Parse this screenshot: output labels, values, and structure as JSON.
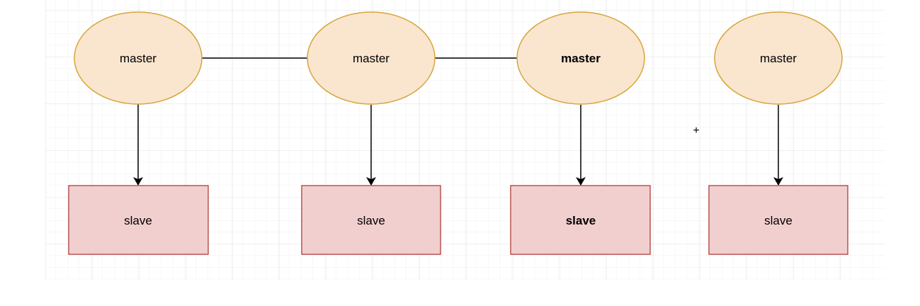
{
  "diagram": {
    "nodes": [
      {
        "id": "master1",
        "shape": "ellipse",
        "label": "master",
        "bold": false
      },
      {
        "id": "master2",
        "shape": "ellipse",
        "label": "master",
        "bold": false
      },
      {
        "id": "master3",
        "shape": "ellipse",
        "label": "master",
        "bold": true
      },
      {
        "id": "master4",
        "shape": "ellipse",
        "label": "master",
        "bold": false
      },
      {
        "id": "slave1",
        "shape": "rect",
        "label": "slave",
        "bold": false
      },
      {
        "id": "slave2",
        "shape": "rect",
        "label": "slave",
        "bold": false
      },
      {
        "id": "slave3",
        "shape": "rect",
        "label": "slave",
        "bold": true
      },
      {
        "id": "slave4",
        "shape": "rect",
        "label": "slave",
        "bold": false
      }
    ],
    "edges": [
      {
        "from": "master1",
        "to": "master2",
        "type": "line"
      },
      {
        "from": "master2",
        "to": "master3",
        "type": "line"
      },
      {
        "from": "master1",
        "to": "slave1",
        "type": "arrow"
      },
      {
        "from": "master2",
        "to": "slave2",
        "type": "arrow"
      },
      {
        "from": "master3",
        "to": "slave3",
        "type": "arrow"
      },
      {
        "from": "master4",
        "to": "slave4",
        "type": "arrow"
      }
    ],
    "cursor_glyph": "+",
    "colors": {
      "ellipse_fill": "#fae5cf",
      "ellipse_stroke": "#d6a53a",
      "rect_fill": "#f2cfcf",
      "rect_stroke": "#b85450",
      "edge": "#000000",
      "grid_minor": "#f0f0f0",
      "grid_major": "#e0e0e0"
    }
  }
}
